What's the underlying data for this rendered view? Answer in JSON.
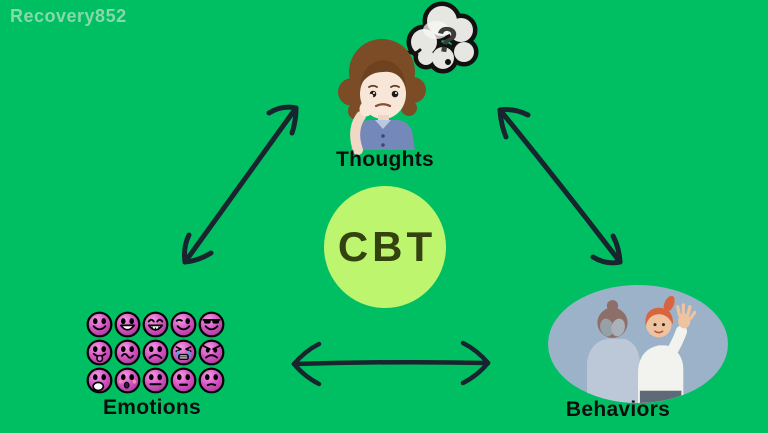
{
  "watermark": "Recovery852",
  "colors": {
    "background": "#00bf63",
    "cbt_circle": "#bdf56f",
    "cbt_text": "#33420e",
    "arrow": "#18242e",
    "label_text": "#0e0e0e",
    "emotion_face": "#d455c4",
    "behaviors_ellipse": "#9cb2c9"
  },
  "center": {
    "label": "CBT"
  },
  "nodes": {
    "thoughts": {
      "label": "Thoughts",
      "illustration": "thinking-woman-with-question-cloud"
    },
    "emotions": {
      "label": "Emotions",
      "illustration": "grid-of-emoji-faces"
    },
    "behaviors": {
      "label": "Behaviors",
      "illustration": "person-hiding-face-behind-person-waving"
    }
  },
  "thought_cloud": {
    "glyph": "?"
  },
  "emotions_grid": {
    "rows": 3,
    "cols": 5,
    "faces": [
      "smile",
      "grin",
      "laugh",
      "wink",
      "cool",
      "tongue",
      "confused",
      "sad",
      "crying",
      "angry",
      "shocked",
      "surprised",
      "neutral",
      "flat",
      "hmm"
    ]
  },
  "arrows": [
    {
      "name": "thoughts-emotions-arrow",
      "direction": "double",
      "orientation": "diagonal-left"
    },
    {
      "name": "thoughts-behaviors-arrow",
      "direction": "double",
      "orientation": "diagonal-right"
    },
    {
      "name": "emotions-behaviors-arrow",
      "direction": "double",
      "orientation": "horizontal"
    }
  ]
}
